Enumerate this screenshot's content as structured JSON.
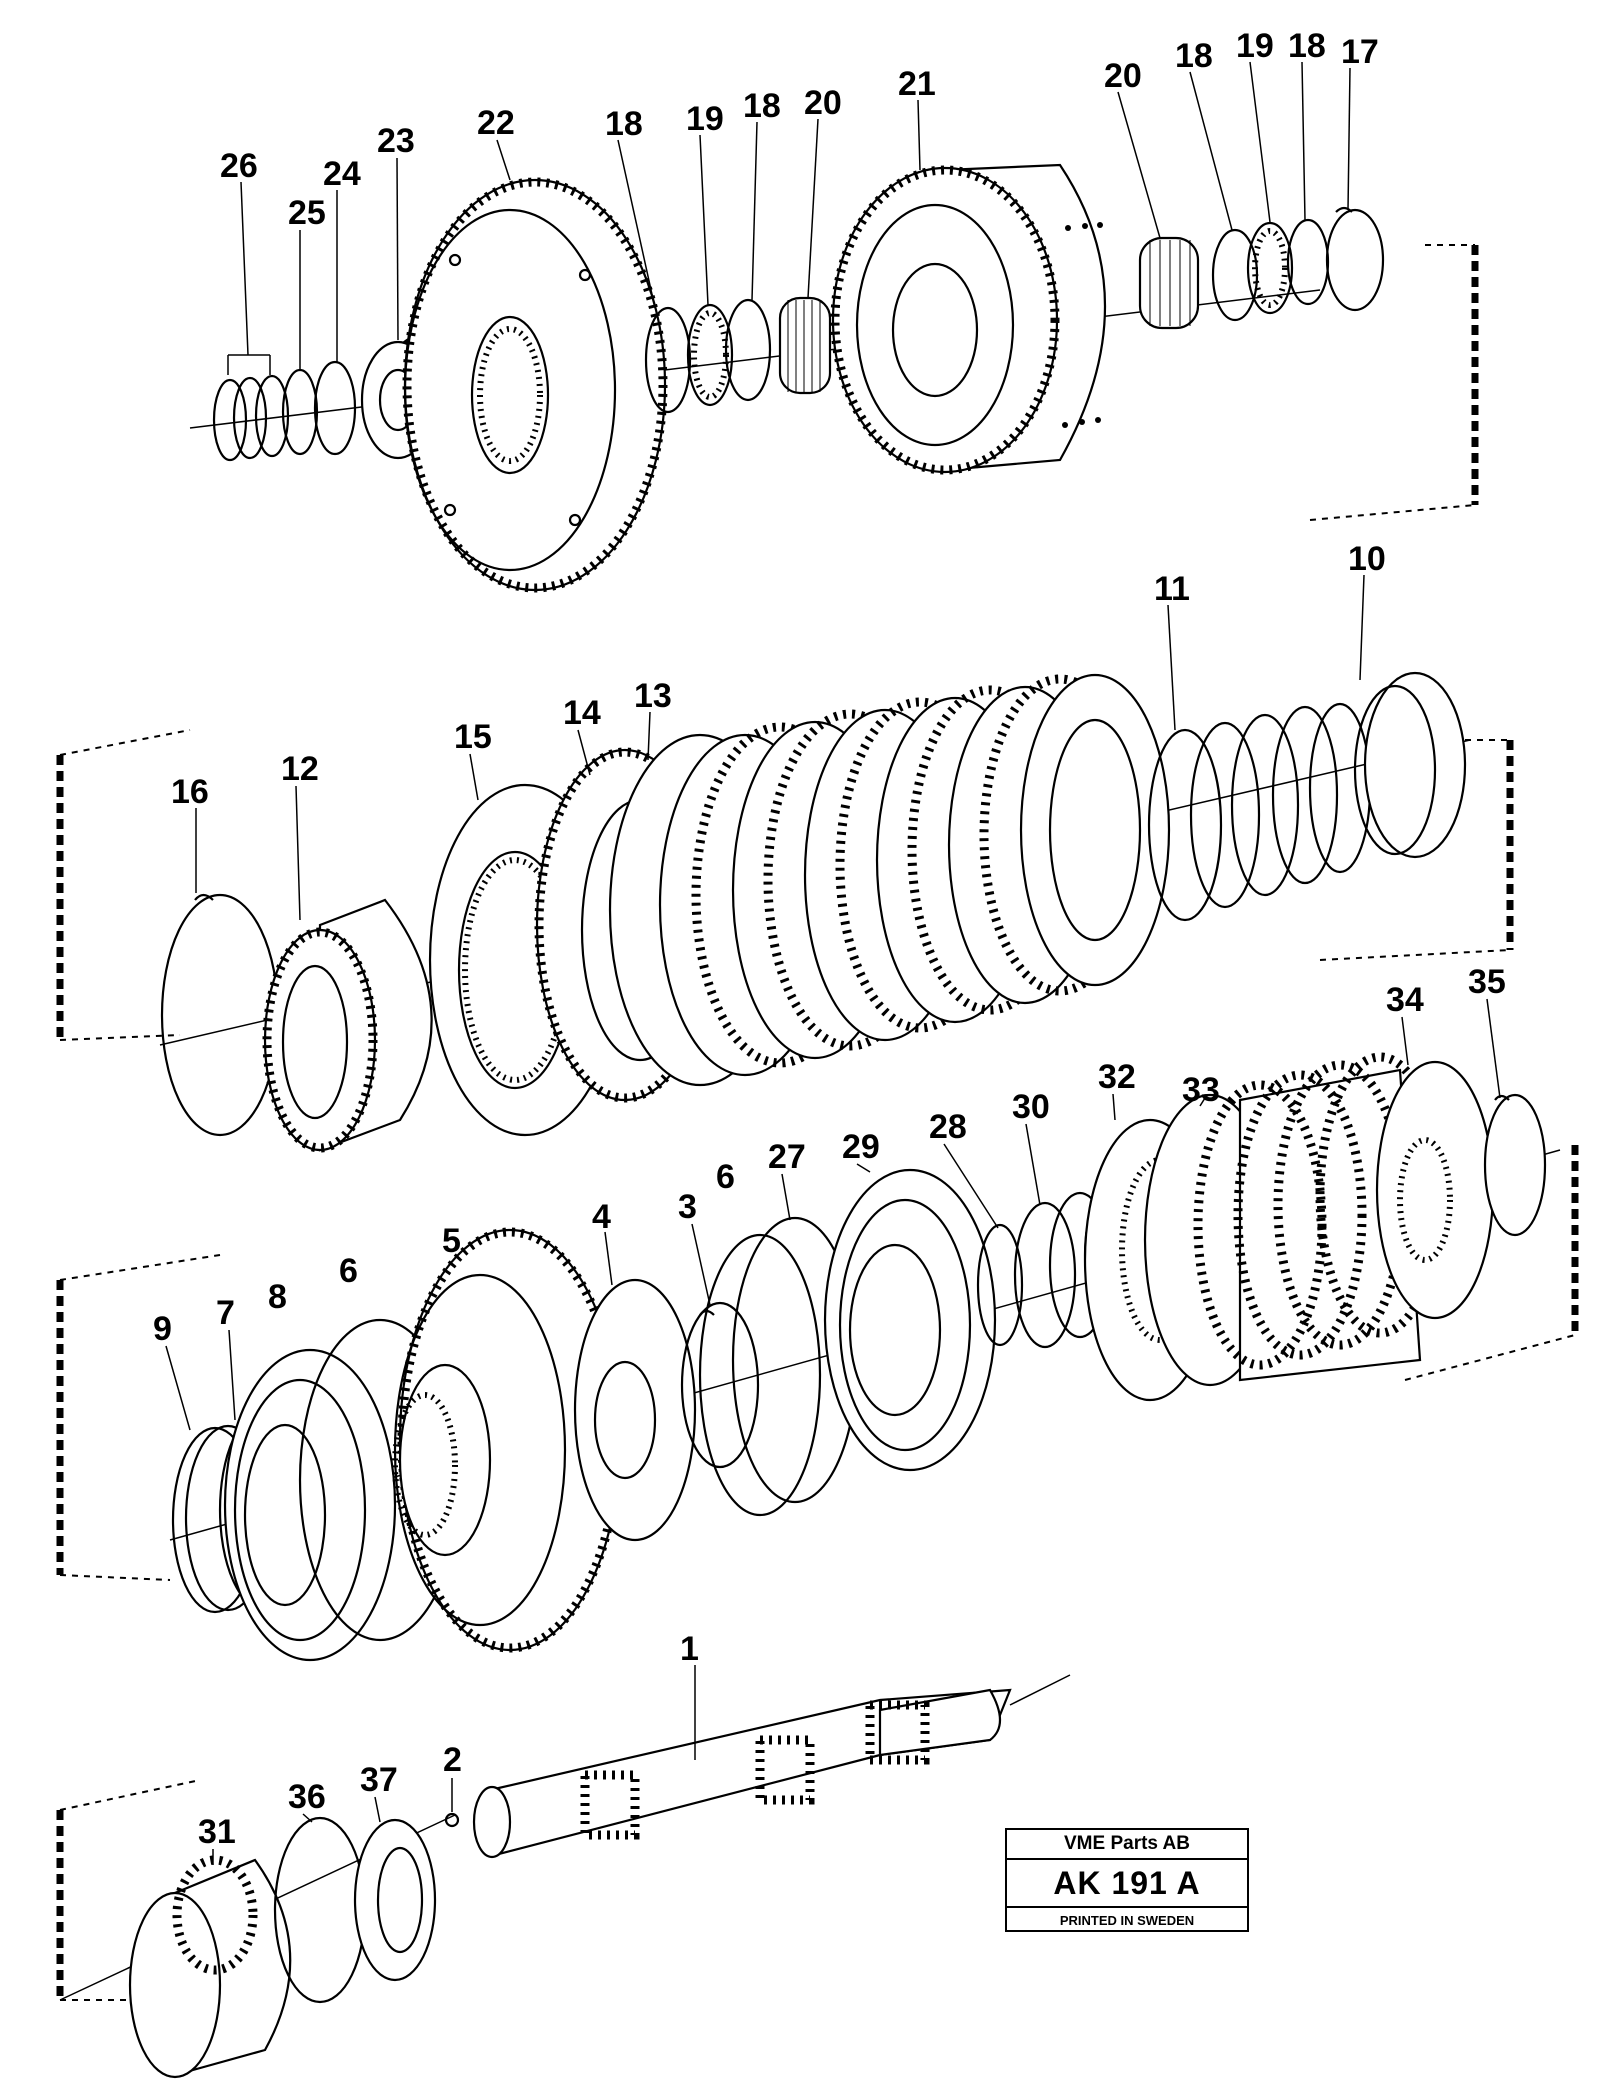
{
  "labels": {
    "p1": "1",
    "p2": "2",
    "p3": "3",
    "p4": "4",
    "p5": "5",
    "p6a": "6",
    "p6b": "6",
    "p7": "7",
    "p8": "8",
    "p9": "9",
    "p10": "10",
    "p11": "11",
    "p12": "12",
    "p13": "13",
    "p14": "14",
    "p15": "15",
    "p16": "16",
    "p17": "17",
    "p18a": "18",
    "p18b": "18",
    "p18c": "18",
    "p18d": "18",
    "p19a": "19",
    "p19b": "19",
    "p20a": "20",
    "p20b": "20",
    "p21": "21",
    "p22": "22",
    "p23": "23",
    "p24": "24",
    "p25": "25",
    "p26": "26",
    "p27": "27",
    "p28": "28",
    "p29": "29",
    "p30": "30",
    "p31": "31",
    "p32": "32",
    "p33": "33",
    "p34": "34",
    "p35": "35",
    "p36": "36",
    "p37": "37"
  },
  "info_box": {
    "company": "VME Parts AB",
    "code": "AK 191 A",
    "printed": "PRINTED IN SWEDEN"
  }
}
